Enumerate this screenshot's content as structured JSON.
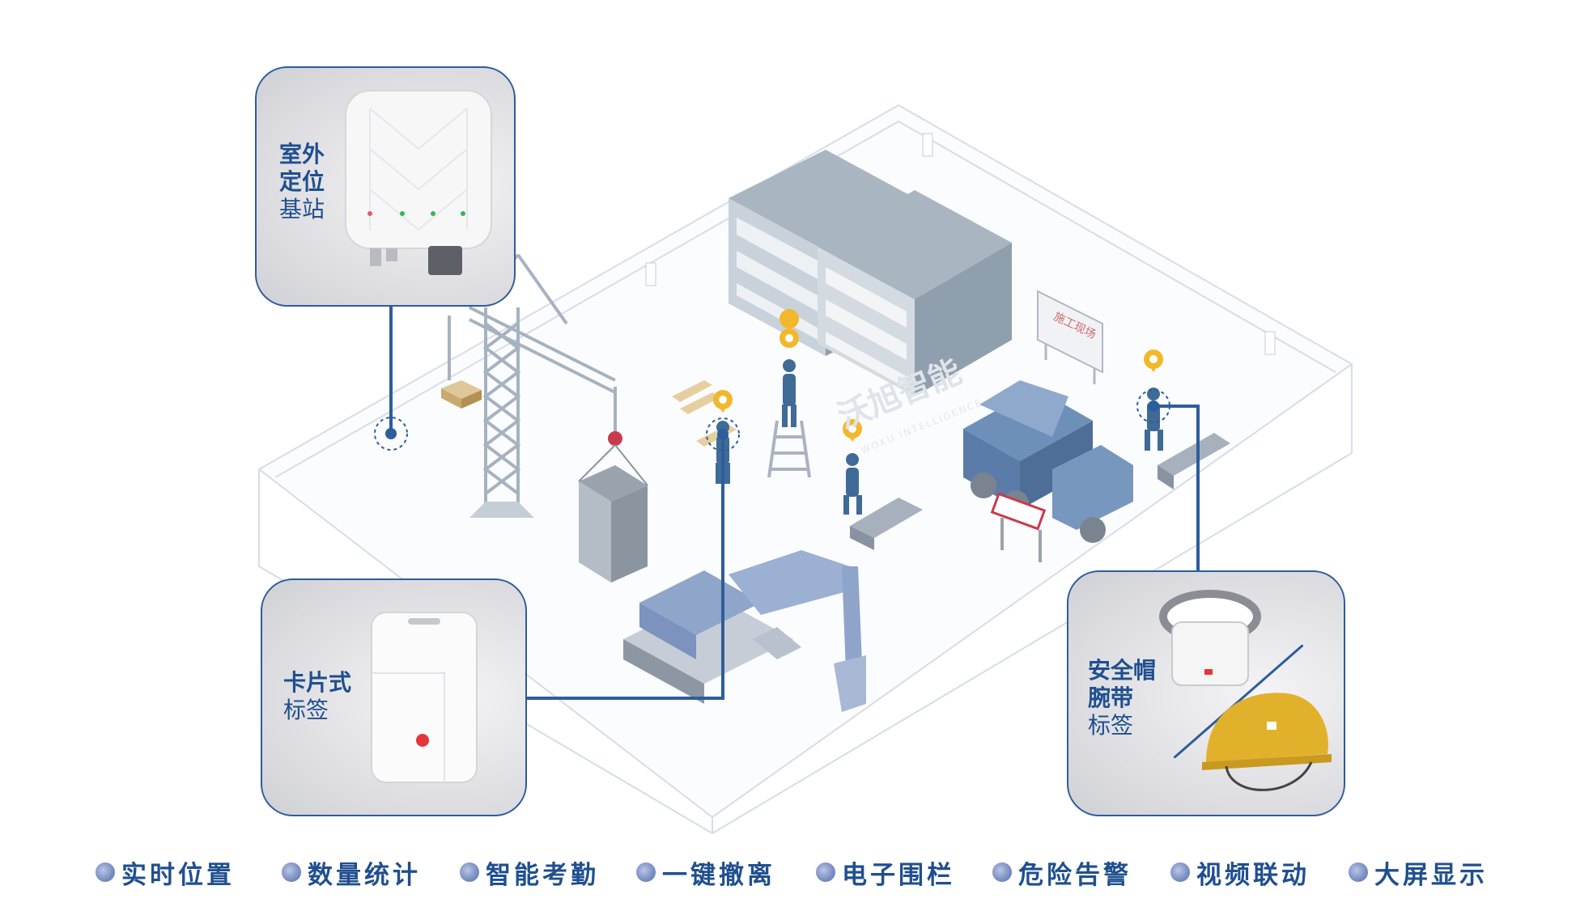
{
  "callouts": {
    "base_station": {
      "line1": "室外",
      "line2": "定位",
      "line3": "基站"
    },
    "card_tag": {
      "line1": "卡片式",
      "line2": "标签"
    },
    "helmet_tag": {
      "line1": "安全帽",
      "line2": "腕带",
      "line3": "标签"
    }
  },
  "sign_text": "施工现场",
  "watermark": {
    "name": "沃旭智能",
    "sub": "WOXU INTELLIGENCE"
  },
  "features": [
    "实时位置",
    "数量统计",
    "智能考勤",
    "一键撤离",
    "电子围栏",
    "危险告警",
    "视频联动",
    "大屏显示"
  ],
  "colors": {
    "accent": "#1f4f8f",
    "line": "#2e5d9c",
    "pin": "#f2b82a",
    "worker": "#3f6b96",
    "building": "#9aa8b6"
  }
}
